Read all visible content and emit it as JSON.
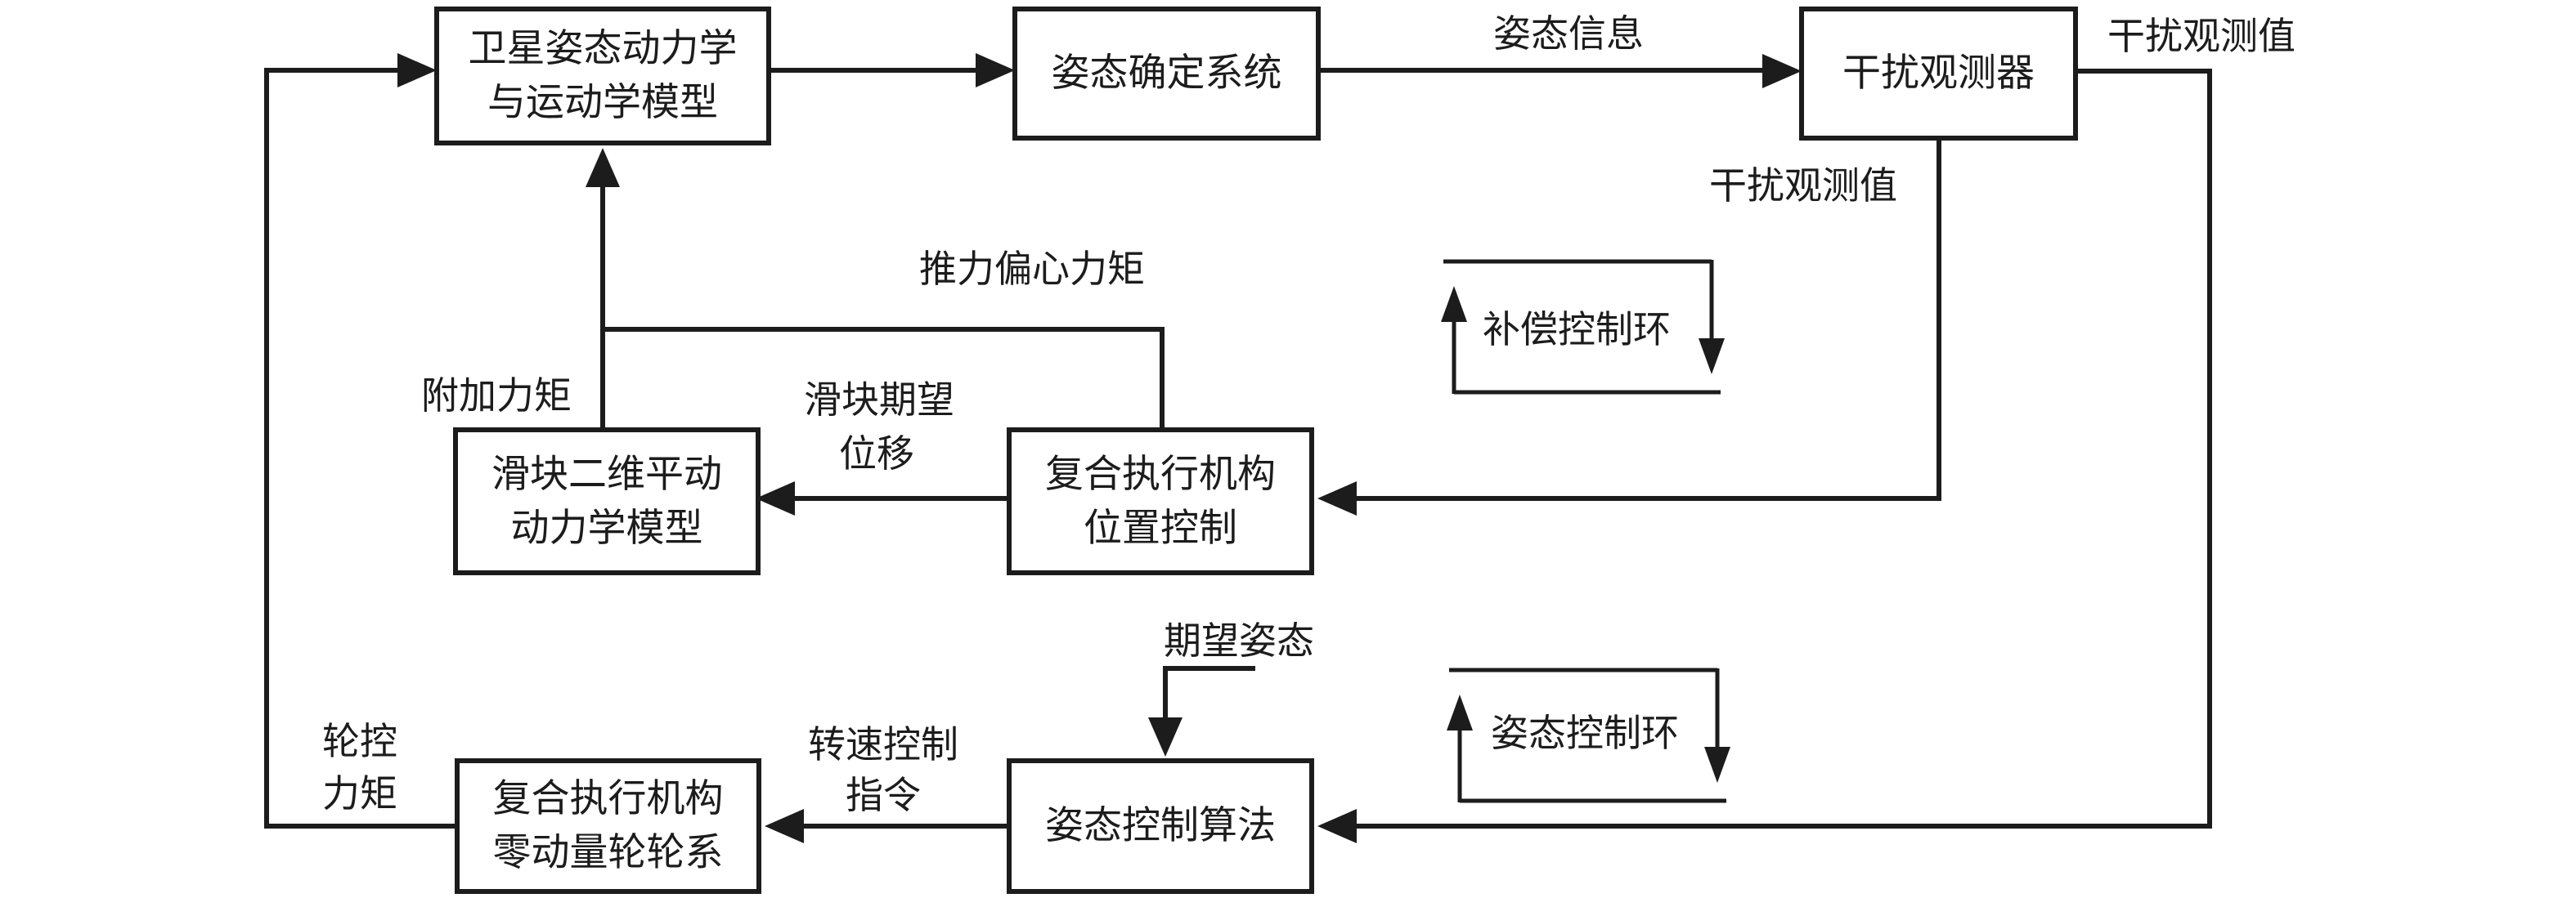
{
  "diagram": {
    "title": "satellite-attitude-control-block-diagram",
    "colors": {
      "line": "#1c1c1c",
      "box_border": "#1c1c1c",
      "background": "#ffffff",
      "text": "#1c1c1c"
    },
    "boxes": [
      {
        "id": "satellite-dynamics",
        "lines": [
          "卫星姿态动力学",
          "与运动学模型"
        ]
      },
      {
        "id": "attitude-determination",
        "lines": [
          "姿态确定系统"
        ]
      },
      {
        "id": "disturbance-observer",
        "lines": [
          "干扰观测器"
        ]
      },
      {
        "id": "slider-translation-dynamics",
        "lines": [
          "滑块二维平动",
          "动力学模型"
        ]
      },
      {
        "id": "actuator-position-control",
        "lines": [
          "复合执行机构",
          "位置控制"
        ]
      },
      {
        "id": "zero-momentum-wheel-train",
        "lines": [
          "复合执行机构",
          "零动量轮轮系"
        ]
      },
      {
        "id": "attitude-control-algorithm",
        "lines": [
          "姿态控制算法"
        ]
      }
    ],
    "labels": {
      "attitude_info": "姿态信息",
      "disturbance_estimate_top_right": "干扰观测值",
      "disturbance_estimate_mid": "干扰观测值",
      "thrust_eccentricity_torque": "推力偏心力矩",
      "additional_torque": "附加力矩",
      "slider_desired_disp_line1": "滑块期望",
      "slider_desired_disp_line2": "位移",
      "wheel_torque_line1": "轮控",
      "wheel_torque_line2": "力矩",
      "speed_command_line1": "转速控制",
      "speed_command_line2": "指令",
      "desired_attitude": "期望姿态",
      "compensation_loop": "补偿控制环",
      "attitude_loop": "姿态控制环"
    }
  }
}
